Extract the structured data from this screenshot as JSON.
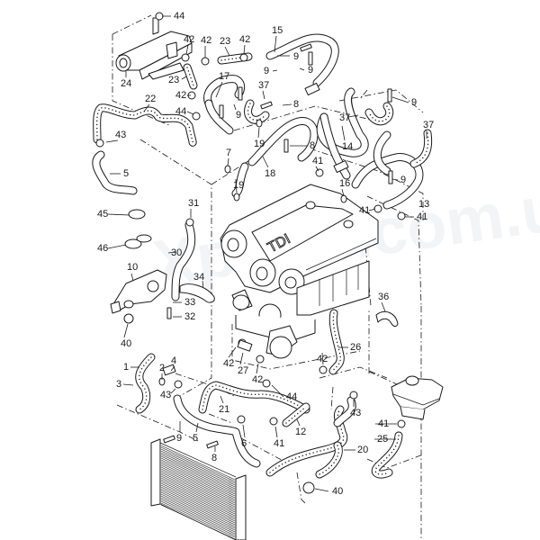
{
  "diagram": {
    "title": "Engine cooling system hoses (exploded parts view)",
    "engine_label": "TDI",
    "watermark": "Xparts.com.ua",
    "callouts": [
      {
        "id": "c44a",
        "num": "44"
      },
      {
        "id": "c42a",
        "num": "42"
      },
      {
        "id": "c42b",
        "num": "42"
      },
      {
        "id": "c23a",
        "num": "23"
      },
      {
        "id": "c42c",
        "num": "42"
      },
      {
        "id": "c15",
        "num": "15"
      },
      {
        "id": "c9a",
        "num": "9"
      },
      {
        "id": "c9b",
        "num": "9"
      },
      {
        "id": "c9c",
        "num": "9"
      },
      {
        "id": "c24",
        "num": "24"
      },
      {
        "id": "c23b",
        "num": "23"
      },
      {
        "id": "c17",
        "num": "17"
      },
      {
        "id": "c37a",
        "num": "37"
      },
      {
        "id": "c42d",
        "num": "42"
      },
      {
        "id": "c8a",
        "num": "8"
      },
      {
        "id": "c9d",
        "num": "9"
      },
      {
        "id": "c22",
        "num": "22"
      },
      {
        "id": "c44b",
        "num": "44"
      },
      {
        "id": "c9e",
        "num": "9"
      },
      {
        "id": "c37b",
        "num": "37"
      },
      {
        "id": "c37c",
        "num": "37"
      },
      {
        "id": "c19a",
        "num": "19"
      },
      {
        "id": "c43a",
        "num": "43"
      },
      {
        "id": "c8b",
        "num": "8"
      },
      {
        "id": "c14",
        "num": "14"
      },
      {
        "id": "c7",
        "num": "7"
      },
      {
        "id": "c18",
        "num": "18"
      },
      {
        "id": "c41a",
        "num": "41"
      },
      {
        "id": "c5a",
        "num": "5"
      },
      {
        "id": "c16",
        "num": "16"
      },
      {
        "id": "c9f",
        "num": "9"
      },
      {
        "id": "c19b",
        "num": "19"
      },
      {
        "id": "c13",
        "num": "13"
      },
      {
        "id": "c31",
        "num": "31"
      },
      {
        "id": "c41b",
        "num": "41"
      },
      {
        "id": "c41c",
        "num": "41"
      },
      {
        "id": "c45",
        "num": "45"
      },
      {
        "id": "c46",
        "num": "46"
      },
      {
        "id": "c30",
        "num": "30"
      },
      {
        "id": "c10",
        "num": "10"
      },
      {
        "id": "c34",
        "num": "34"
      },
      {
        "id": "c33",
        "num": "33"
      },
      {
        "id": "c36",
        "num": "36"
      },
      {
        "id": "c32",
        "num": "32"
      },
      {
        "id": "c40a",
        "num": "40"
      },
      {
        "id": "c26",
        "num": "26"
      },
      {
        "id": "c1",
        "num": "1"
      },
      {
        "id": "c2",
        "num": "2"
      },
      {
        "id": "c4",
        "num": "4"
      },
      {
        "id": "c42e",
        "num": "42"
      },
      {
        "id": "c27",
        "num": "27"
      },
      {
        "id": "c42f",
        "num": "42"
      },
      {
        "id": "c42g",
        "num": "42"
      },
      {
        "id": "c3",
        "num": "3"
      },
      {
        "id": "c43b",
        "num": "43"
      },
      {
        "id": "c21",
        "num": "21"
      },
      {
        "id": "c44c",
        "num": "44"
      },
      {
        "id": "c43c",
        "num": "43"
      },
      {
        "id": "c9g",
        "num": "9"
      },
      {
        "id": "c5b",
        "num": "5"
      },
      {
        "id": "c6",
        "num": "6"
      },
      {
        "id": "c12",
        "num": "12"
      },
      {
        "id": "c41d",
        "num": "41"
      },
      {
        "id": "c8c",
        "num": "8"
      },
      {
        "id": "c41e",
        "num": "41"
      },
      {
        "id": "c25",
        "num": "25"
      },
      {
        "id": "c20",
        "num": "20"
      },
      {
        "id": "c40b",
        "num": "40"
      }
    ]
  }
}
